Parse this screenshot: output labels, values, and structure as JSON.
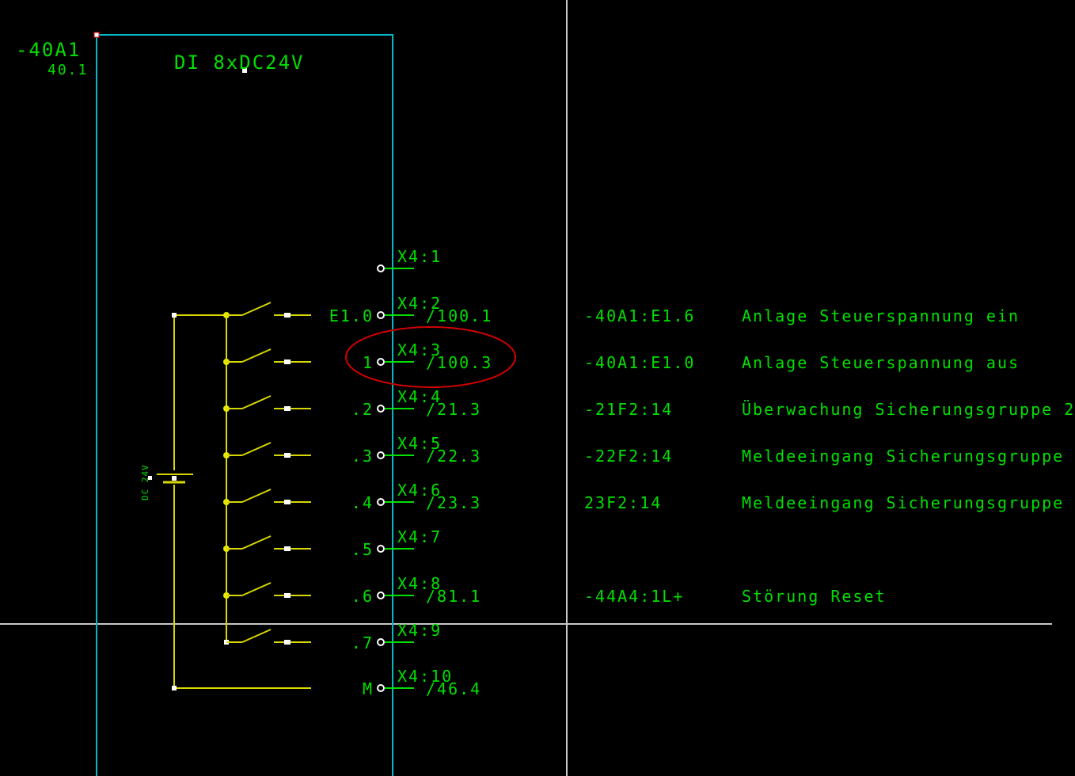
{
  "colors": {
    "background": "#000000",
    "text": "#00e000",
    "box": "#00b8c8",
    "wire": "#d8d800",
    "node": "#e8e800",
    "crosshair": "#c8c8c8",
    "highlight": "#d00000"
  },
  "device": {
    "tag": "-40A1",
    "page_ref": "40.1",
    "module_label": "DI 8xDC24V",
    "supply_label": "DC 24V"
  },
  "channels": [
    {
      "input": "E1.0",
      "terminal": "X4:2",
      "xref": "/100.1",
      "target": "-40A1:E1.6",
      "description": "Anlage Steuerspannung ein"
    },
    {
      "input": "1",
      "terminal": "X4:3",
      "xref": "/100.3",
      "target": "-40A1:E1.0",
      "description": "Anlage Steuerspannung aus"
    },
    {
      "input": ".2",
      "terminal": "X4:4",
      "xref": "/21.3",
      "target": "-21F2:14",
      "description": "Überwachung Sicherungsgruppe 2"
    },
    {
      "input": ".3",
      "terminal": "X4:5",
      "xref": "/22.3",
      "target": "-22F2:14",
      "description": "Meldeeingang Sicherungsgruppe"
    },
    {
      "input": ".4",
      "terminal": "X4:6",
      "xref": "/23.3",
      "target": "23F2:14",
      "description": "Meldeeingang Sicherungsgruppe"
    },
    {
      "input": ".5",
      "terminal": "X4:7",
      "xref": "",
      "target": "",
      "description": ""
    },
    {
      "input": ".6",
      "terminal": "X4:8",
      "xref": "/81.1",
      "target": "-44A4:1L+",
      "description": "Störung Reset"
    },
    {
      "input": ".7",
      "terminal": "X4:9",
      "xref": "",
      "target": "",
      "description": ""
    }
  ],
  "extra_terminals": [
    {
      "input": "",
      "terminal": "X4:1",
      "xref": ""
    },
    {
      "input": "M",
      "terminal": "X4:10",
      "xref": "/46.4"
    }
  ],
  "highlighted_terminal": "X4:3"
}
